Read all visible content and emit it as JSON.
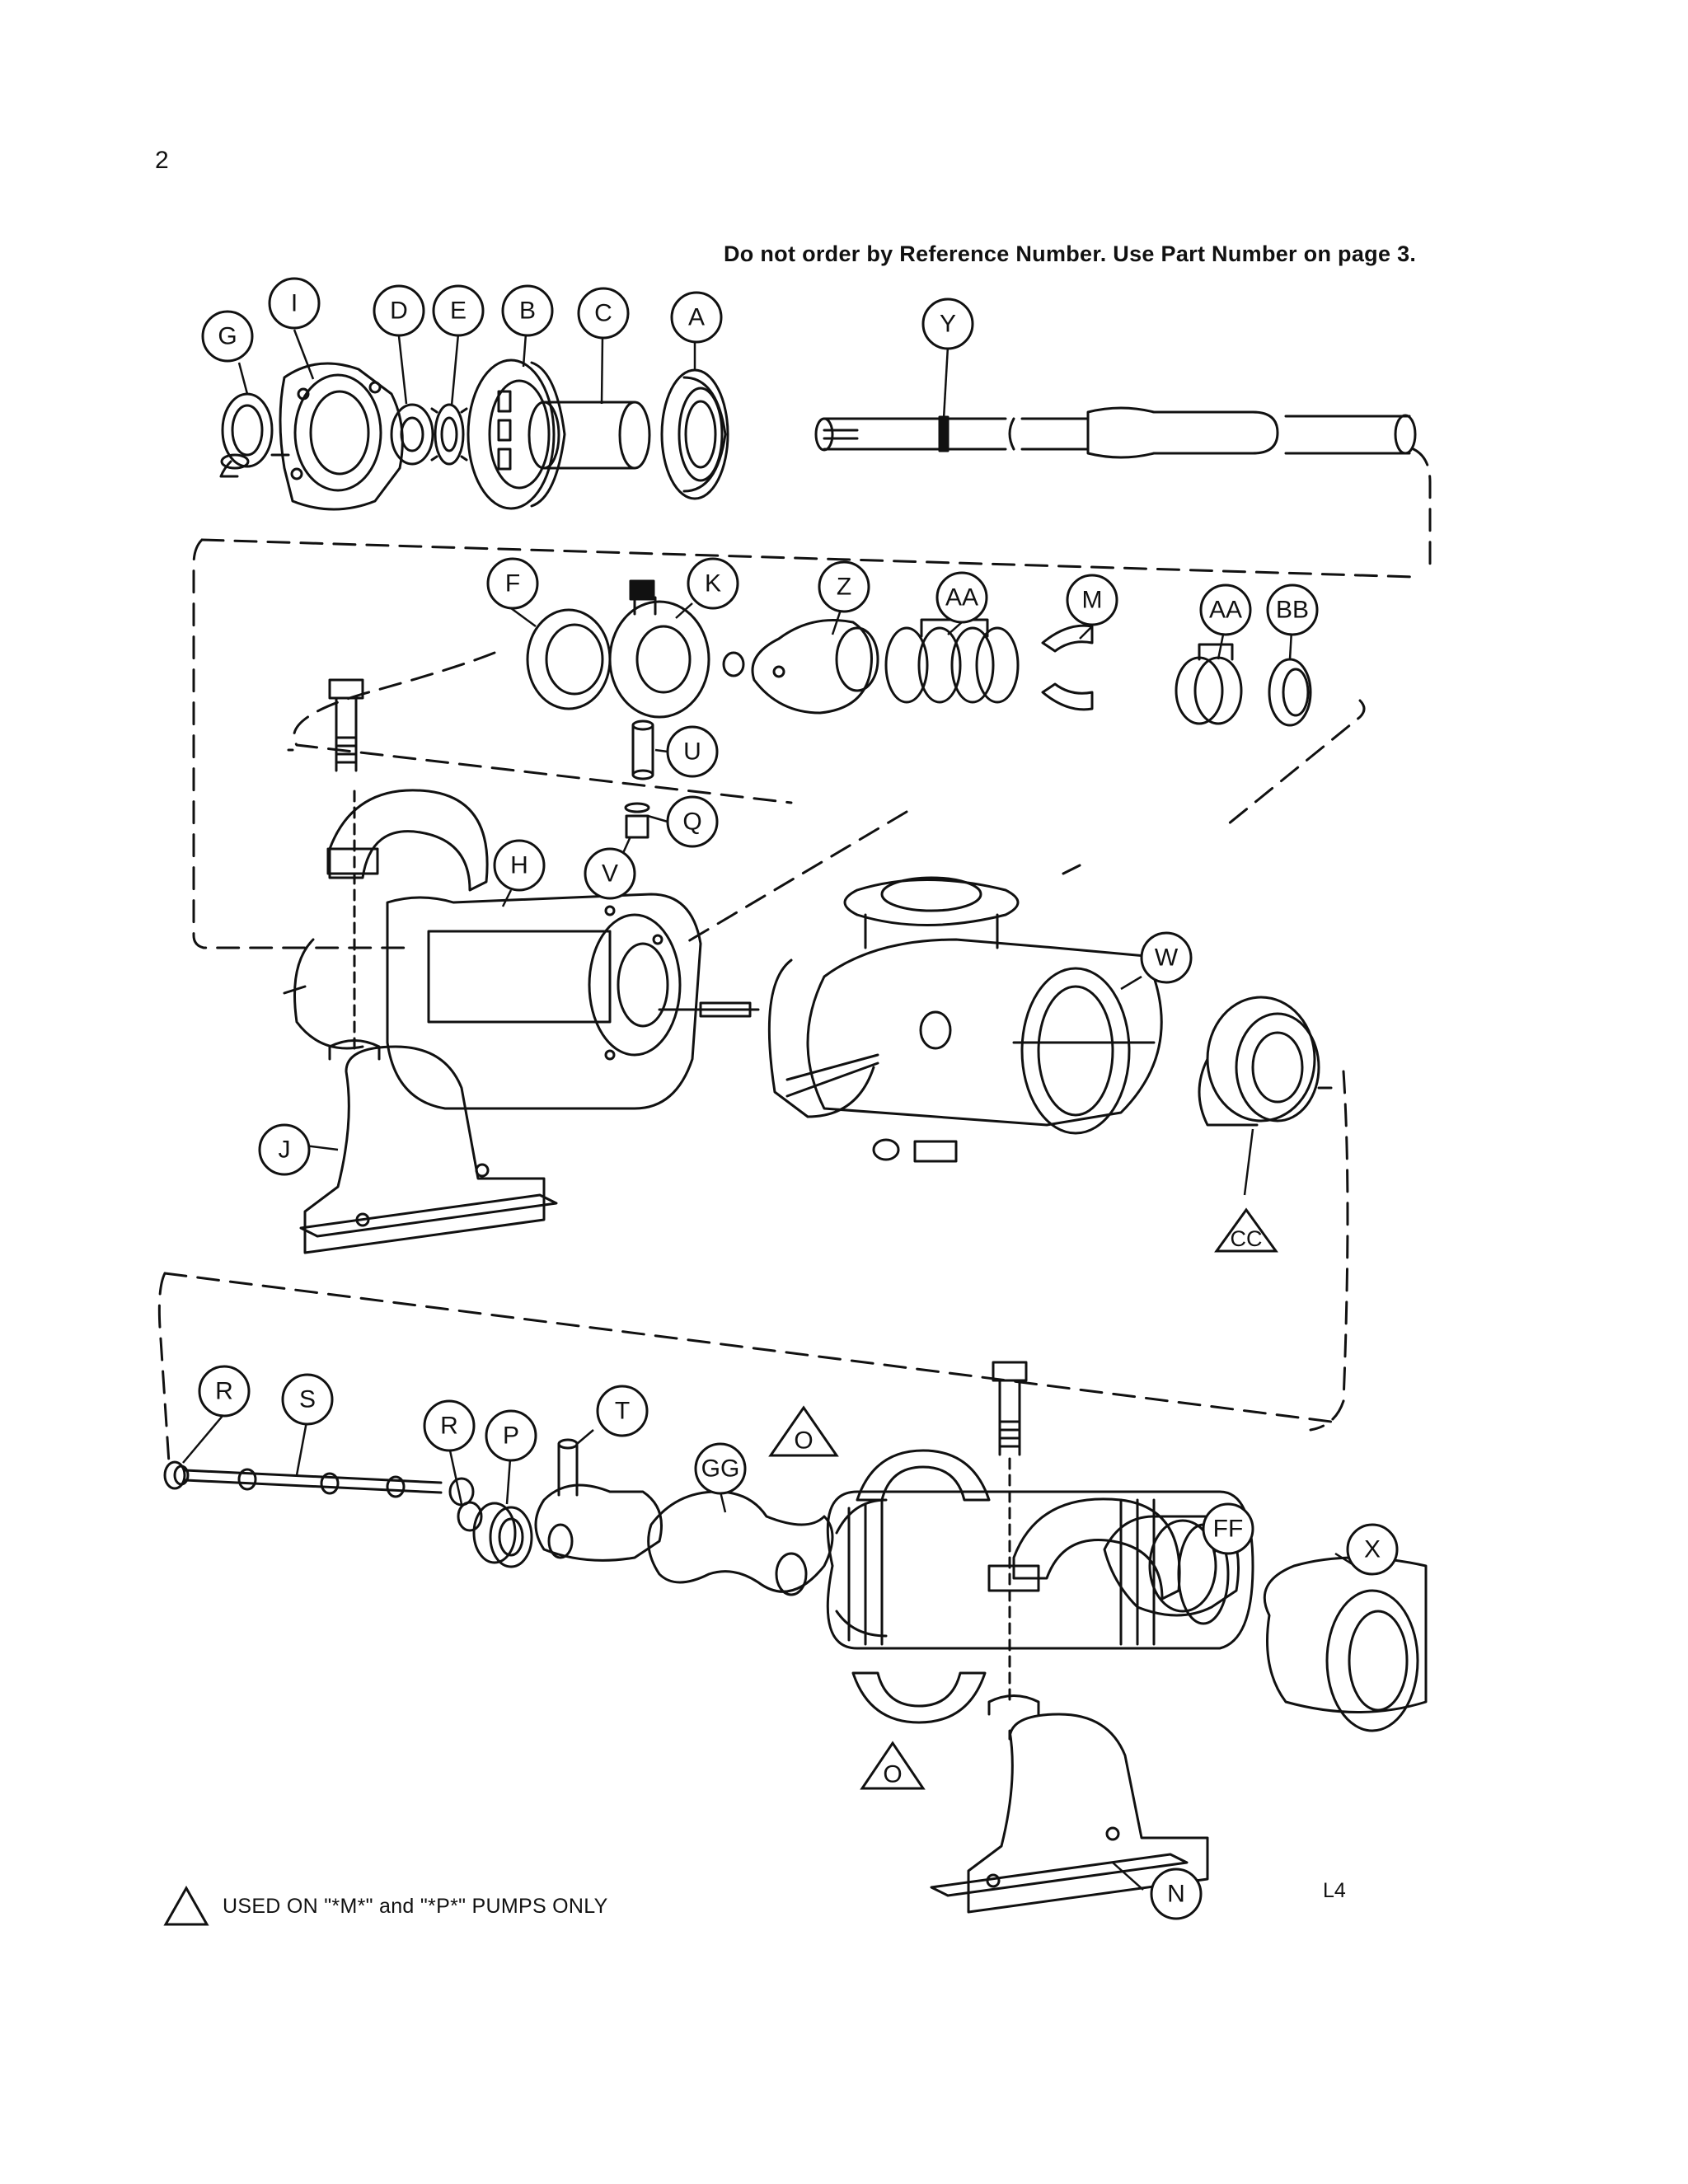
{
  "page": {
    "number": "2",
    "order_note": "Do not order by Reference Number. Use Part Number on page 3.",
    "drawing_code": "L4",
    "footnote": "USED ON \"*M*\" and \"*P*\" PUMPS ONLY"
  },
  "callouts": [
    "G",
    "I",
    "D",
    "E",
    "B",
    "C",
    "A",
    "Y",
    "F",
    "K",
    "Z",
    "AA",
    "M",
    "AA",
    "BB",
    "U",
    "Q",
    "V",
    "H",
    "W",
    "J",
    "CC",
    "R",
    "S",
    "R",
    "P",
    "T",
    "GG",
    "O",
    "FF",
    "X",
    "O",
    "N"
  ],
  "triangle_callouts": [
    "CC",
    "O",
    "O"
  ]
}
